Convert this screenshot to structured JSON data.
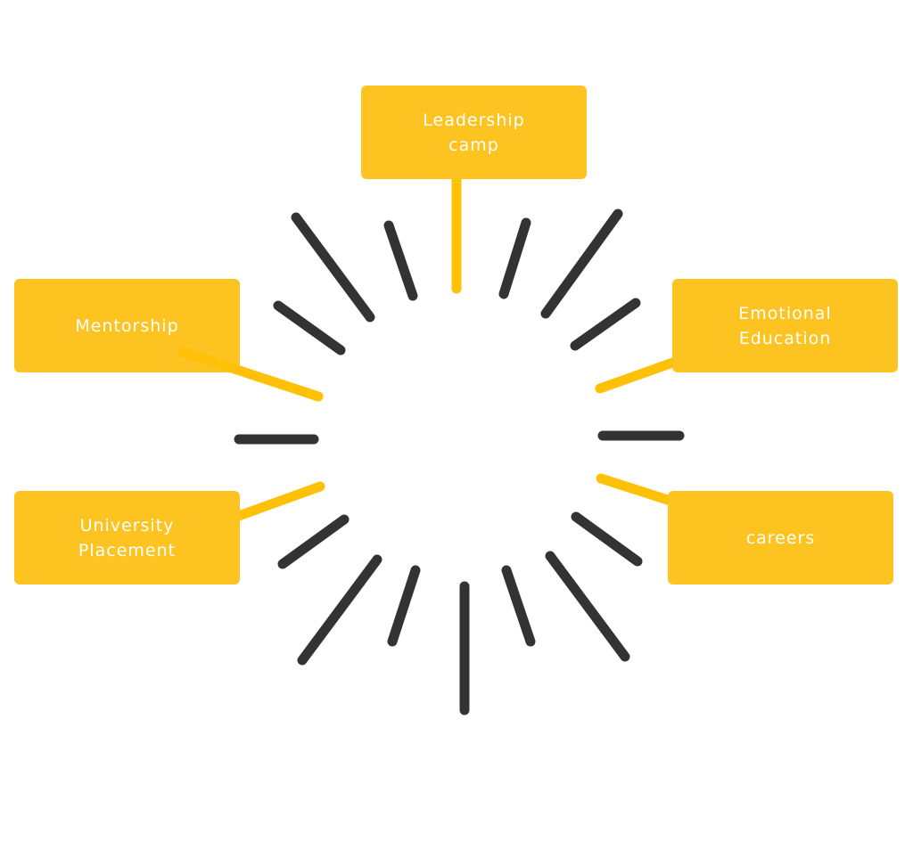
{
  "nodes": {
    "leadership": "Leadership\ncamp",
    "mentorship": "Mentorship",
    "emotional": "Emotional\nEducation",
    "university": "University\nPlacement",
    "careers": "careers"
  },
  "colors": {
    "box": "#FCC321",
    "connector": "#FFC107",
    "ray": "#333333",
    "text": "#FFFFFF"
  }
}
